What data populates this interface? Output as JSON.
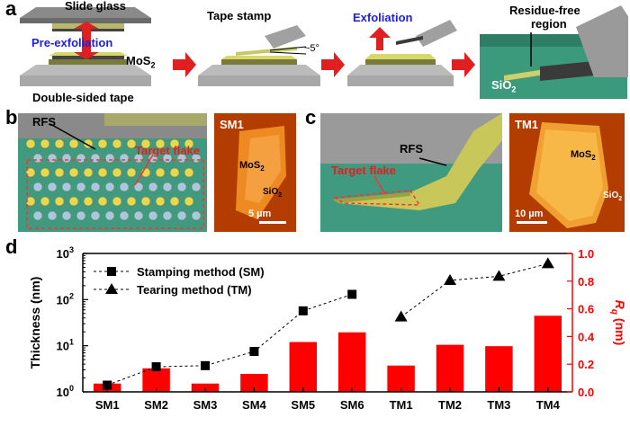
{
  "panel_a": {
    "letter": "a",
    "slide_glass": "Slide glass",
    "pre_exfoliation": "Pre-exfoliation",
    "mos2": "MoS",
    "mos2_sub": "2",
    "double_sided_tape": "Double-sided tape",
    "tape_stamp": "Tape stamp",
    "angle": "~5°",
    "exfoliation": "Exfoliation",
    "residue_free_line1": "Residue-free",
    "residue_free_line2": "region",
    "sio2": "SiO",
    "sio2_sub": "2"
  },
  "panel_b": {
    "letter": "b",
    "rfs": "RFS",
    "target_flake": "Target flake",
    "afm_label": "SM1",
    "afm_mos2": "MoS",
    "afm_mos2_sub": "2",
    "afm_sio2": "SiO",
    "afm_sio2_sub": "2",
    "scale_bar": "5 µm"
  },
  "panel_c": {
    "letter": "c",
    "rfs": "RFS",
    "target_flake": "Target flake",
    "afm_label": "TM1",
    "afm_mos2": "MoS",
    "afm_mos2_sub": "2",
    "afm_sio2": "SiO",
    "afm_sio2_sub": "2",
    "scale_bar": "10 µm"
  },
  "panel_d": {
    "letter": "d"
  },
  "chart_data": {
    "type": "bar",
    "categories": [
      "SM1",
      "SM2",
      "SM3",
      "SM4",
      "SM5",
      "SM6",
      "TM1",
      "TM2",
      "TM3",
      "TM4"
    ],
    "ylabel_left": "Thickness (nm)",
    "ylabel_right_main": "R",
    "ylabel_right_sub": "q",
    "ylabel_right_unit": "(nm)",
    "left_yscale": "log",
    "left_ylim": [
      1,
      1000
    ],
    "left_ticks": [
      {
        "base": "10",
        "exp": "0"
      },
      {
        "base": "10",
        "exp": "1"
      },
      {
        "base": "10",
        "exp": "2"
      },
      {
        "base": "10",
        "exp": "3"
      }
    ],
    "right_ylim": [
      0,
      1.0
    ],
    "right_ticks": [
      "0.0",
      "0.2",
      "0.4",
      "0.6",
      "0.8",
      "1.0"
    ],
    "bars": {
      "axis": "right",
      "color": "#ff0000",
      "values": [
        0.06,
        0.17,
        0.06,
        0.13,
        0.36,
        0.43,
        0.19,
        0.34,
        0.33,
        0.55
      ]
    },
    "series": [
      {
        "name": "Stamping method (SM)",
        "marker": "square",
        "axis": "left",
        "categories": [
          "SM1",
          "SM2",
          "SM3",
          "SM4",
          "SM5",
          "SM6"
        ],
        "values": [
          1.4,
          3.5,
          3.7,
          7.5,
          57,
          130
        ]
      },
      {
        "name": "Tearing method (TM)",
        "marker": "triangle",
        "axis": "left",
        "categories": [
          "TM1",
          "TM2",
          "TM3",
          "TM4"
        ],
        "values": [
          42,
          260,
          320,
          600
        ]
      }
    ],
    "legend_position": "top-left",
    "line_style": "dashed",
    "right_axis_color": "#ff0000"
  }
}
